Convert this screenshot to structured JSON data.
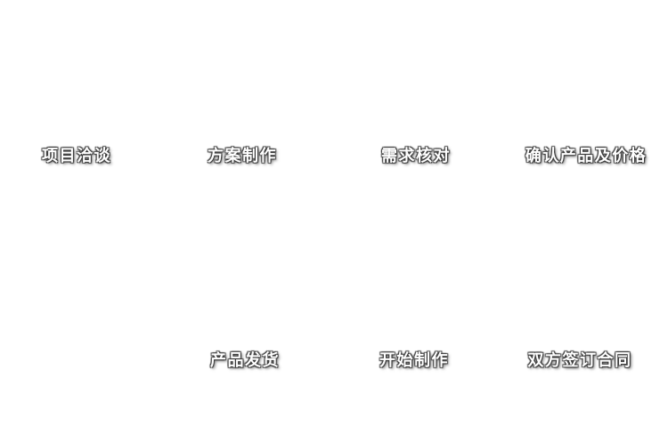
{
  "page": {
    "background_color": "#ffffff",
    "text_color": "#ffffff",
    "shadow_color": "#3a3a3a"
  },
  "flow": {
    "type": "process-flow",
    "top_row": [
      {
        "label": "项目洽谈"
      },
      {
        "label": "方案制作"
      },
      {
        "label": "需求核对"
      },
      {
        "label": "确认产品及价格"
      }
    ],
    "bottom_row": [
      {
        "label": "双方签订合同"
      },
      {
        "label": "开始制作"
      },
      {
        "label": "产品发货"
      }
    ]
  }
}
